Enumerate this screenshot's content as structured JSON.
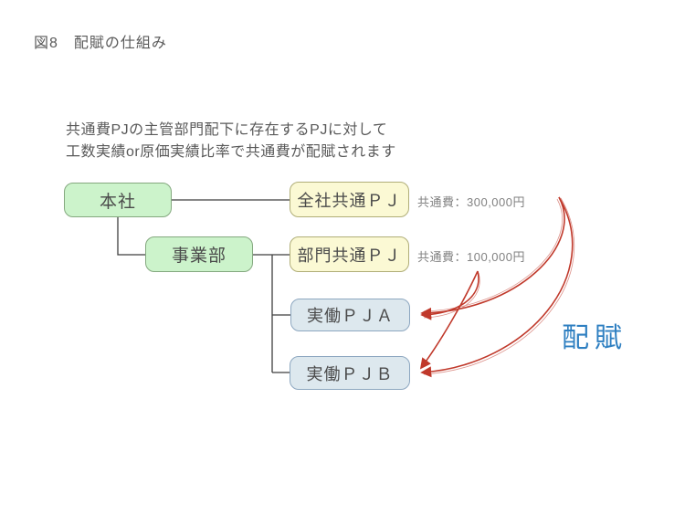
{
  "figure": {
    "title": "図8　配賦の仕組み",
    "description": [
      "共通費PJの主管部門配下に存在するPJに対して",
      "工数実績or原価実績比率で共通費が配賦されます"
    ]
  },
  "diagram": {
    "nodes": {
      "head_office": {
        "label": "本社"
      },
      "division": {
        "label": "事業部"
      },
      "company_common_pj": {
        "label": "全社共通ＰＪ",
        "cost": "共通費：300,000円"
      },
      "dept_common_pj": {
        "label": "部門共通ＰＪ",
        "cost": "共通費：100,000円"
      },
      "working_pj_a": {
        "label": "実働ＰＪＡ"
      },
      "working_pj_b": {
        "label": "実働ＰＪＢ"
      }
    },
    "allocation_label": "配賦",
    "colors": {
      "org_box_fill": "#ccf3cb",
      "org_box_border": "#84a87f",
      "common_pj_fill": "#fbf9d4",
      "common_pj_border": "#b0ae78",
      "working_pj_fill": "#dde8ee",
      "working_pj_border": "#8da7c0",
      "arrow_red": "#c0392b",
      "allocation_text_blue": "#2e7fc1",
      "connector_line": "#3f3f3f",
      "box_text": "#4a4a4a",
      "cost_text_gray": "#828282"
    }
  }
}
